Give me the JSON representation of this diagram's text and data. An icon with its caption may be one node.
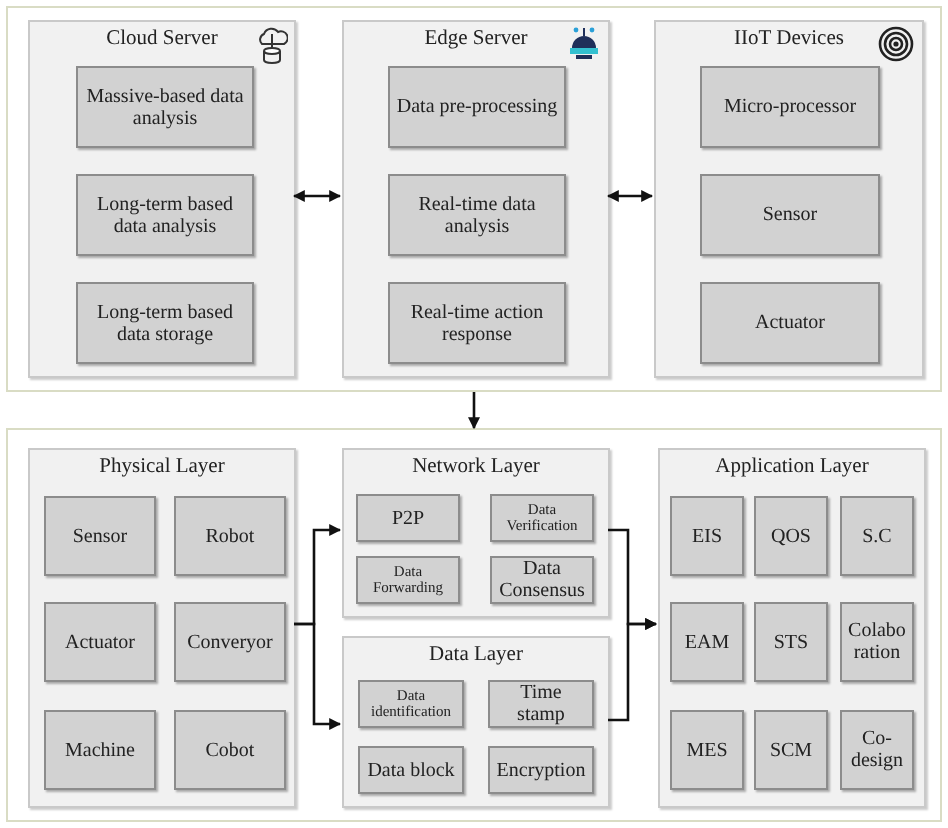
{
  "diagram": {
    "nodes": [
      {
        "text": [],
        "shape": "box"
      },
      {
        "text": [
          "Cloud Server"
        ],
        "in": 0
      },
      {
        "text": [
          "Massive-based data analysis"
        ],
        "in": 1
      },
      {
        "text": [
          "Long-term based data analysis"
        ],
        "in": 1
      },
      {
        "text": [
          "Long-term based data storage"
        ],
        "in": 1
      },
      {
        "text": [
          "Edge Server"
        ],
        "in": 0
      },
      {
        "text": [
          "Data pre-processing"
        ],
        "in": 5
      },
      {
        "text": [
          "Real-time data analysis"
        ],
        "in": 5
      },
      {
        "text": [
          "Real-time action response"
        ],
        "in": 5
      },
      {
        "text": [
          "IIoT Devices"
        ],
        "in": 0
      },
      {
        "text": [
          "Micro-processor"
        ],
        "in": 9
      },
      {
        "text": [
          "Sensor"
        ],
        "in": 9
      },
      {
        "text": [
          "Actuator"
        ],
        "in": 9
      },
      {
        "text": [],
        "shape": "box"
      },
      {
        "text": [
          "Physical Layer"
        ],
        "in": 13
      },
      {
        "text": [
          "Sensor"
        ],
        "in": 14
      },
      {
        "text": [
          "Robot"
        ],
        "in": 14
      },
      {
        "text": [
          "Actuator"
        ],
        "in": 14
      },
      {
        "text": [
          "Converyor"
        ],
        "in": 14
      },
      {
        "text": [
          "Machine"
        ],
        "in": 14
      },
      {
        "text": [
          "Cobot"
        ],
        "in": 14
      },
      {
        "text": [
          "Network Layer"
        ],
        "in": 13
      },
      {
        "text": [
          "P2P"
        ],
        "in": 21
      },
      {
        "text": [
          "Data Verification"
        ],
        "in": 21
      },
      {
        "text": [
          "Data Forwarding"
        ],
        "in": 21
      },
      {
        "text": [
          "Data Consensus"
        ],
        "in": 21
      },
      {
        "text": [
          "Data Layer"
        ],
        "in": 13
      },
      {
        "text": [
          "Data identification"
        ],
        "in": 26
      },
      {
        "text": [
          "Time stamp"
        ],
        "in": 26
      },
      {
        "text": [
          "Data block"
        ],
        "in": 26
      },
      {
        "text": [
          "Encryption"
        ],
        "in": 26
      },
      {
        "text": [
          "Application Layer"
        ],
        "in": 13
      },
      {
        "text": [
          "EIS"
        ],
        "in": 31
      },
      {
        "text": [
          "QOS"
        ],
        "in": 31
      },
      {
        "text": [
          "S.C"
        ],
        "in": 31
      },
      {
        "text": [
          "EAM"
        ],
        "in": 31
      },
      {
        "text": [
          "STS"
        ],
        "in": 31
      },
      {
        "text": [
          "Colabo ration"
        ],
        "in": 31
      },
      {
        "text": [
          "MES"
        ],
        "in": 31
      },
      {
        "text": [
          "SCM"
        ],
        "in": 31
      },
      {
        "text": [
          "Co-design"
        ],
        "in": 31
      }
    ],
    "edges": [
      {
        "from": 1,
        "to": 5,
        "arrow": "both"
      },
      {
        "from": 5,
        "to": 9,
        "arrow": "both"
      },
      {
        "from": 0,
        "to": 13,
        "arrow": "to"
      },
      {
        "from": 14,
        "to": 21,
        "arrow": "to"
      },
      {
        "from": 14,
        "to": 26,
        "arrow": "to"
      },
      {
        "from": 21,
        "to": 31,
        "arrow": "to"
      },
      {
        "from": 26,
        "to": 31,
        "arrow": "to"
      }
    ]
  }
}
